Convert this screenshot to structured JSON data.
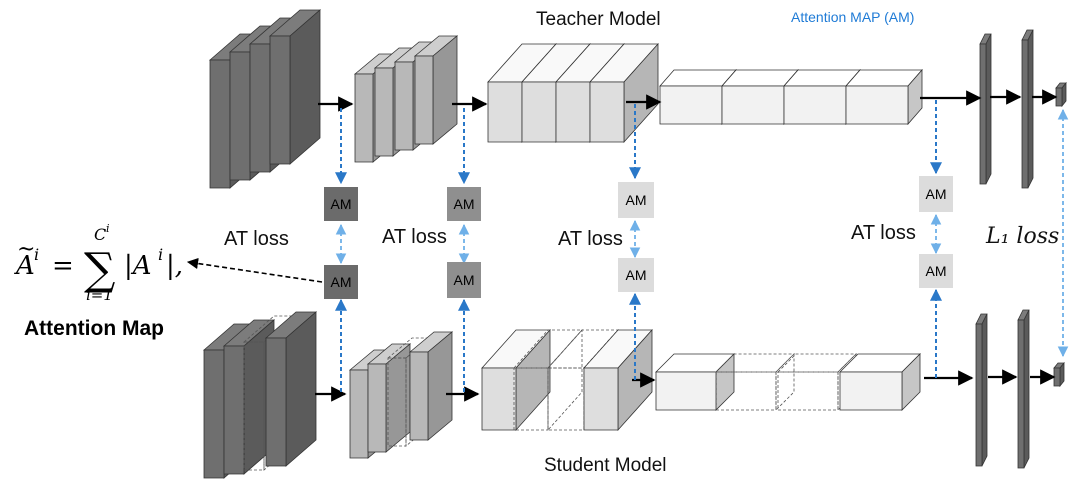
{
  "title_teacher": "Teacher Model",
  "title_student": "Student Model",
  "legend": "Attention MAP (AM)",
  "am_label": "AM",
  "at_loss": [
    "AT loss",
    "AT loss",
    "AT loss",
    "AT loss"
  ],
  "l1_loss": "L₁ loss",
  "formula": {
    "lhs": "A",
    "sup_i": "i",
    "sum_top": "C",
    "sum_top_sup": "i",
    "sum_bottom": "i=1",
    "rhs": "|A",
    "rhs_end": "|,"
  },
  "attention_map_label": "Attention Map",
  "colors": {
    "dark_gray": "#6f6f6f",
    "mid_gray": "#b8b8b8",
    "light_gray": "#dedede",
    "lighter_gray": "#f2f2f2",
    "am_dark": "#6b6b6b",
    "am_mid": "#8f8f8f",
    "am_light": "#dcdcdc",
    "arrow_blue": "#2a78c8"
  }
}
